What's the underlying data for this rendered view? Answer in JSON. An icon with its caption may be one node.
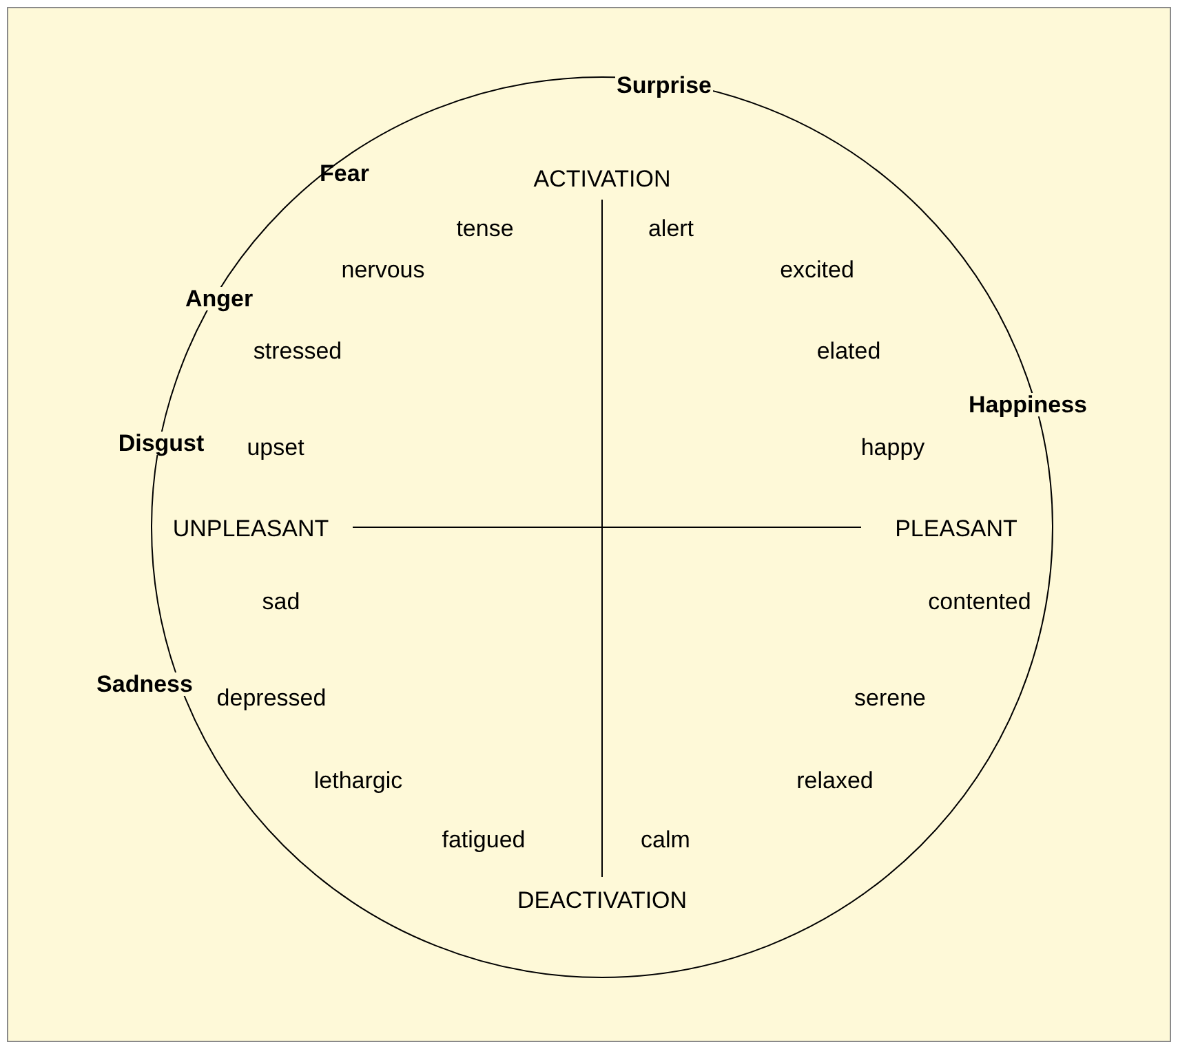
{
  "diagram": {
    "labels": [
      "Surprise",
      "Fear",
      "ACTIVATION",
      "tense",
      "alert",
      "nervous",
      "excited",
      "Anger",
      "stressed",
      "elated",
      "Happiness",
      "Disgust",
      "upset",
      "happy",
      "UNPLEASANT",
      "PLEASANT",
      "sad",
      "contented",
      "Sadness",
      "depressed",
      "serene",
      "lethargic",
      "relaxed",
      "fatigued",
      "calm",
      "DEACTIVATION"
    ]
  }
}
